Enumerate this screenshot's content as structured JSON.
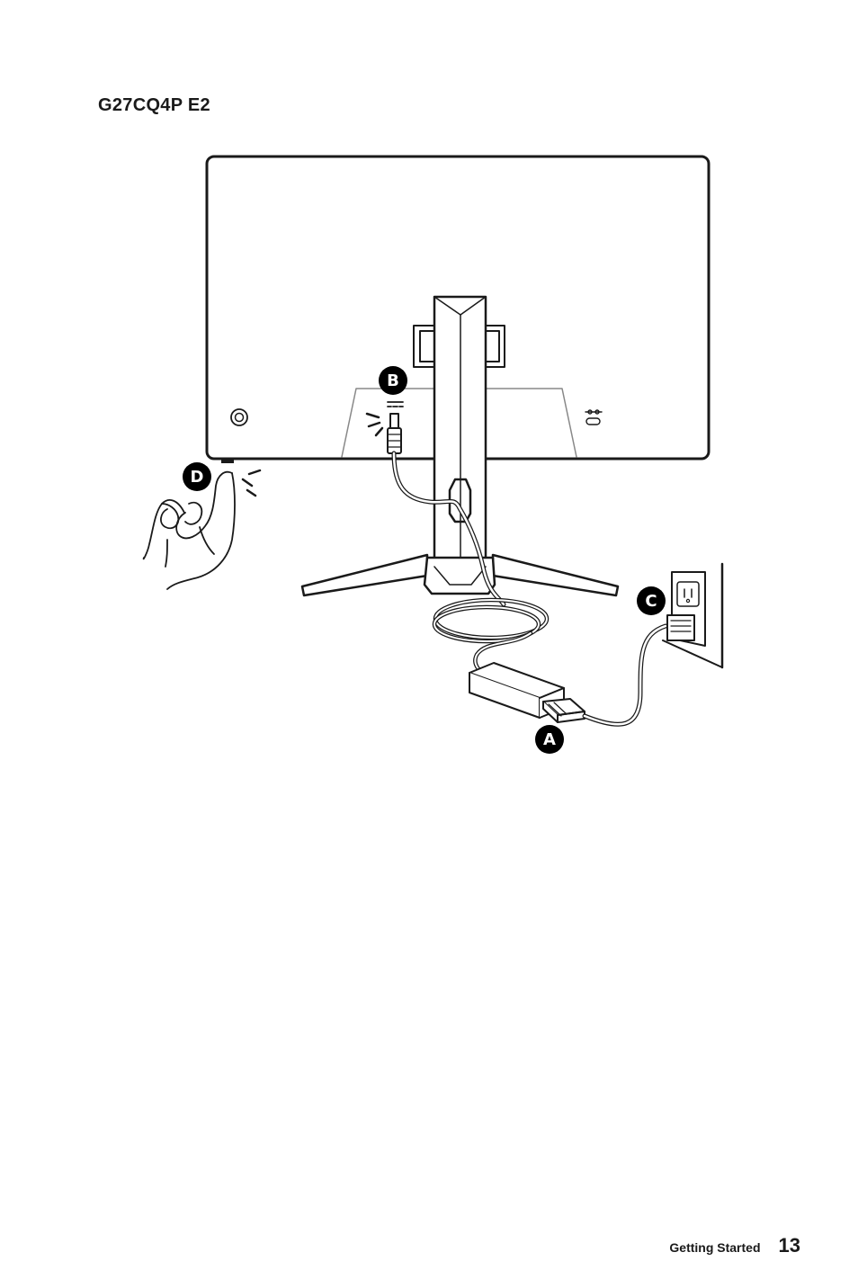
{
  "page": {
    "model_title": "G27CQ4P E2",
    "footer_section": "Getting Started",
    "page_number": "13"
  },
  "callouts": {
    "a": "A",
    "b": "B",
    "c": "C",
    "d": "D"
  },
  "icons": {
    "power_button": "power-button-icon",
    "dc_in": "dc-in-symbol-icon",
    "kensington": "kensington-lock-icon"
  }
}
